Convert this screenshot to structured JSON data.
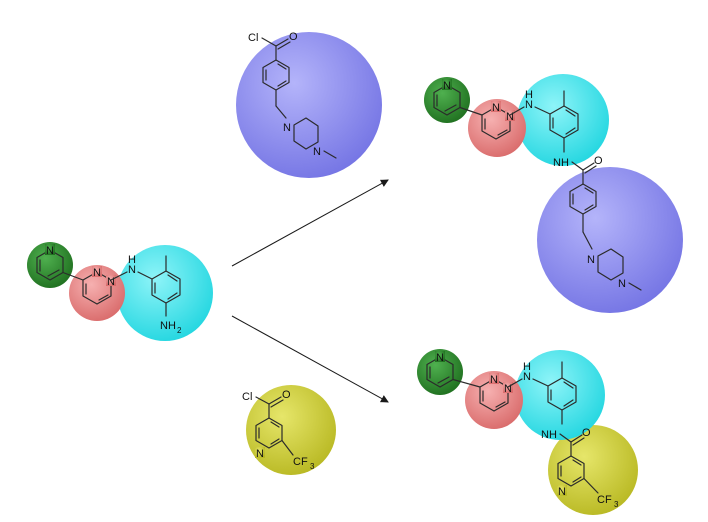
{
  "colors": {
    "pyridine": "#2e8b2e",
    "pyrimidine": "#e88585",
    "aniline": "#40e0e8",
    "piperazine_benzoyl": "#8c8cee",
    "pyridine_cf3": "#cccc33"
  },
  "labels": {
    "chlorine": "Cl",
    "oxygen": "O",
    "nitrogen": "N",
    "amine_h": "H",
    "amino_n": "NH",
    "amino_sub": "2",
    "trifluoromethyl": "CF",
    "trifluoromethyl_sub": "3"
  }
}
